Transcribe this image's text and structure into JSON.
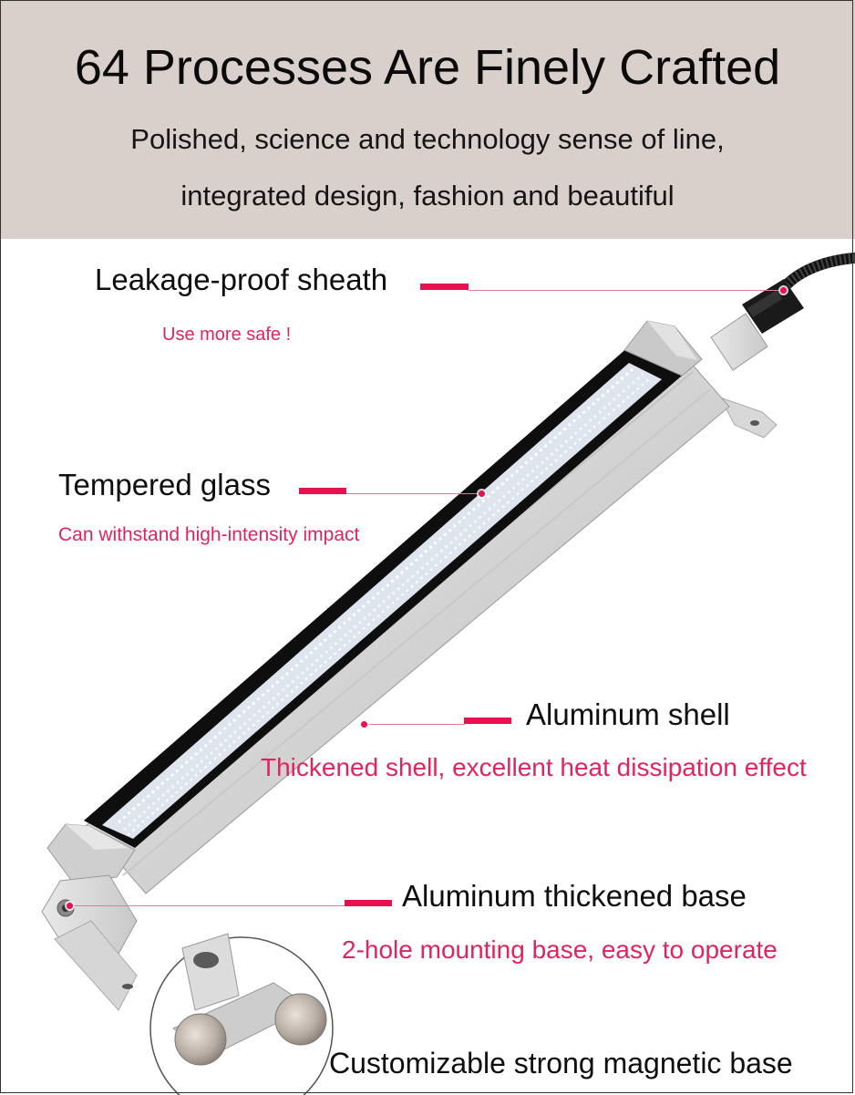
{
  "header": {
    "title": "64 Processes Are Finely Crafted",
    "subtitle_line1": "Polished, science and technology sense of line,",
    "subtitle_line2": "integrated design, fashion and beautiful"
  },
  "features": {
    "sheath": {
      "label": "Leakage-proof sheath",
      "note": "Use more safe !"
    },
    "glass": {
      "label": "Tempered glass",
      "note": "Can withstand high-intensity impact"
    },
    "shell": {
      "label": "Aluminum shell",
      "note": "Thickened shell, excellent heat dissipation effect"
    },
    "base": {
      "label": "Aluminum thickened base",
      "note": "2-hole mounting base, easy to operate"
    },
    "magnet": {
      "label": "Customizable strong magnetic base"
    }
  },
  "colors": {
    "header_bg": "#d9d0cb",
    "accent": "#e8104f",
    "note_text": "#e0245e"
  }
}
